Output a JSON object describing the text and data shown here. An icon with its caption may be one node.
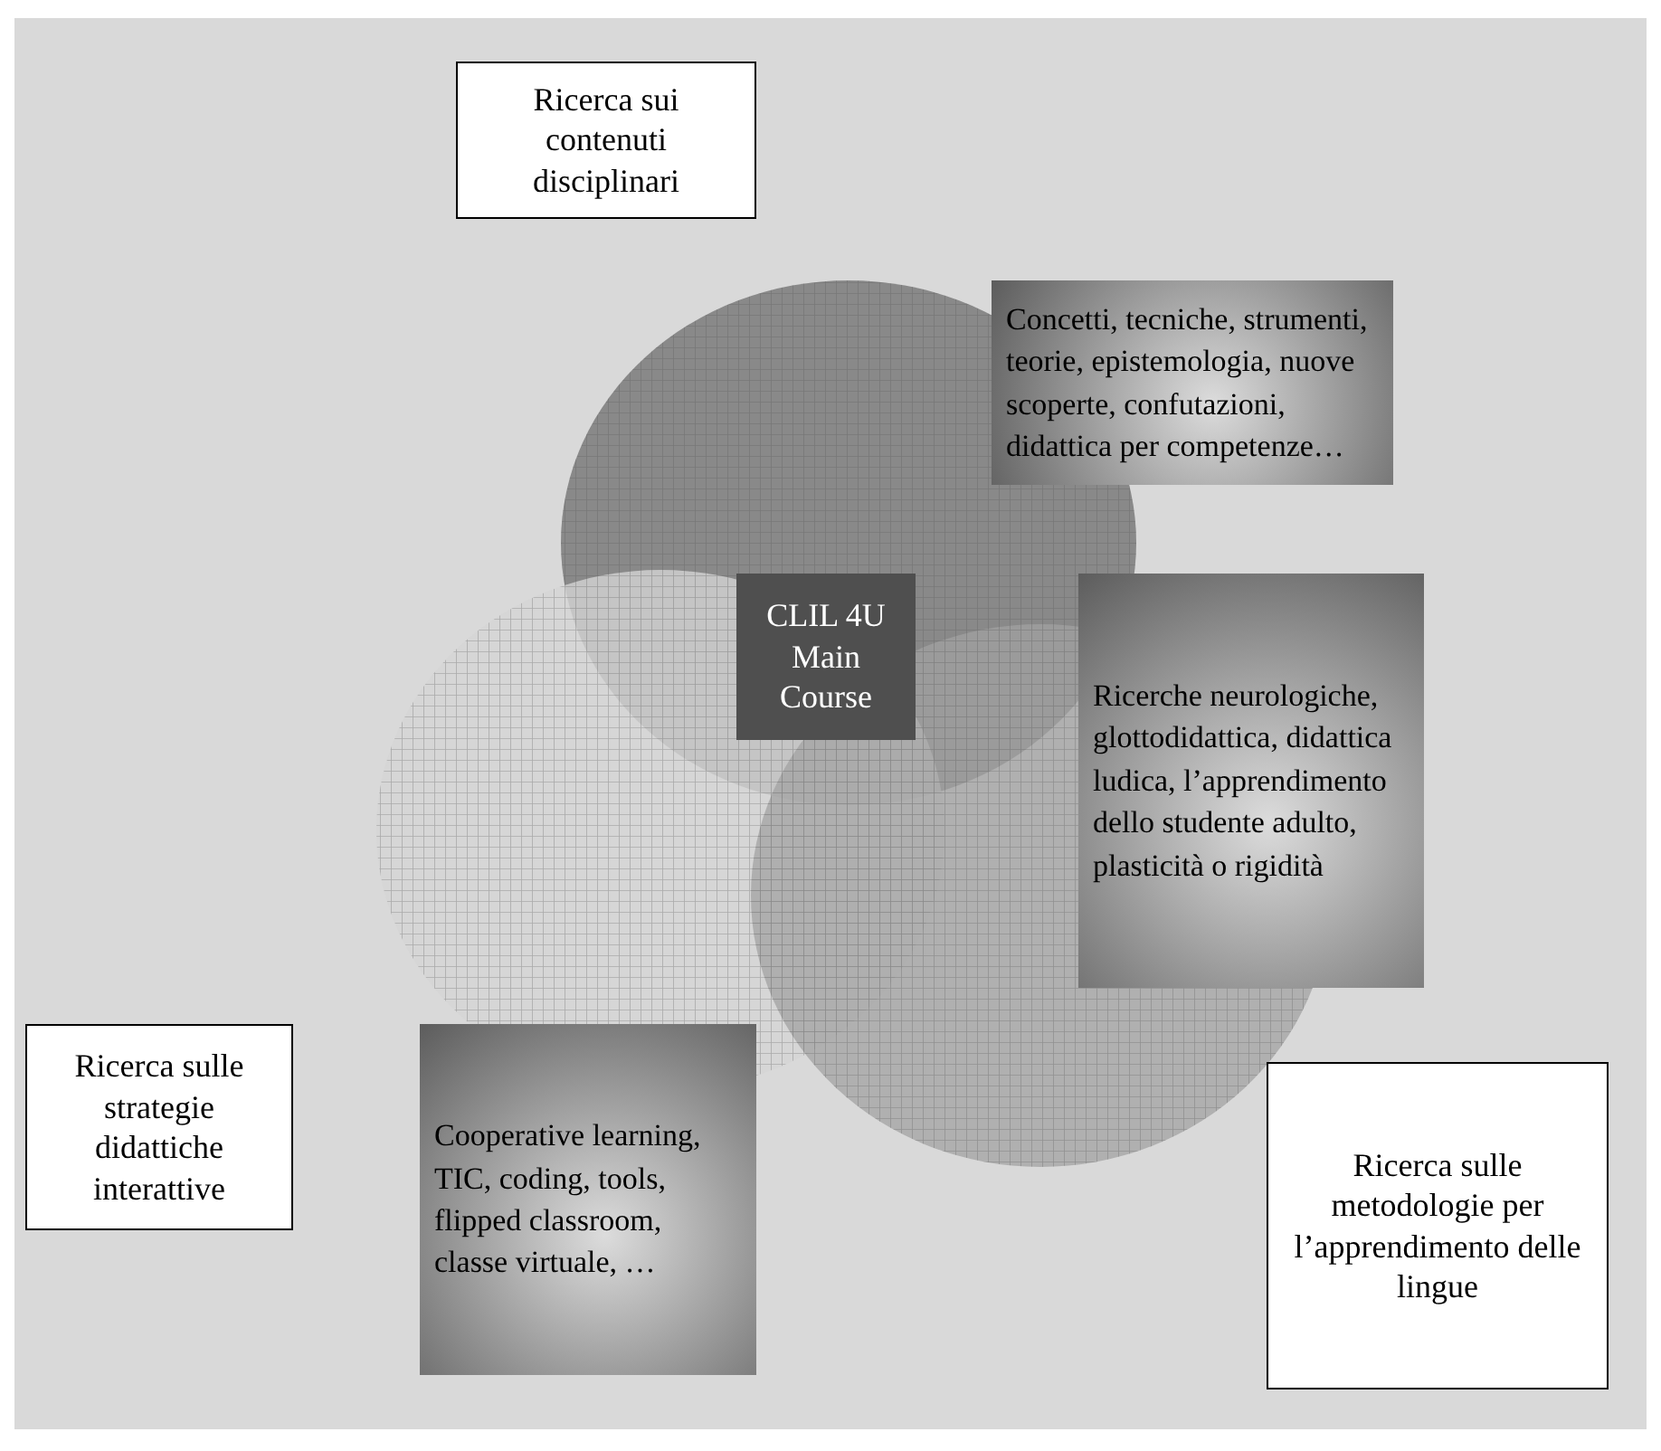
{
  "diagram": {
    "nodes": [
      {
        "text": [
          "Ricerca sui contenuti disciplinari"
        ]
      },
      {
        "text": [
          "Concetti, tecniche, strumenti, teorie, epistemologia, nuove scoperte, confutazioni, didattica per competenze…"
        ]
      },
      {
        "text": [
          "CLIL 4U Main Course"
        ]
      },
      {
        "text": [
          "Ricerche neurologiche, glottodidattica, didattica ludica, l’apprendimento dello studente adulto, plasticità o rigidità"
        ]
      },
      {
        "text": [
          "Ricerca sulle strategie didattiche interattive"
        ]
      },
      {
        "text": [
          "Cooperative learning, TIC, coding, tools, flipped classroom, classe virtuale, …"
        ]
      },
      {
        "text": [
          "Ricerca sulle metodologie per l’apprendimento delle lingue"
        ]
      }
    ],
    "edges": []
  }
}
